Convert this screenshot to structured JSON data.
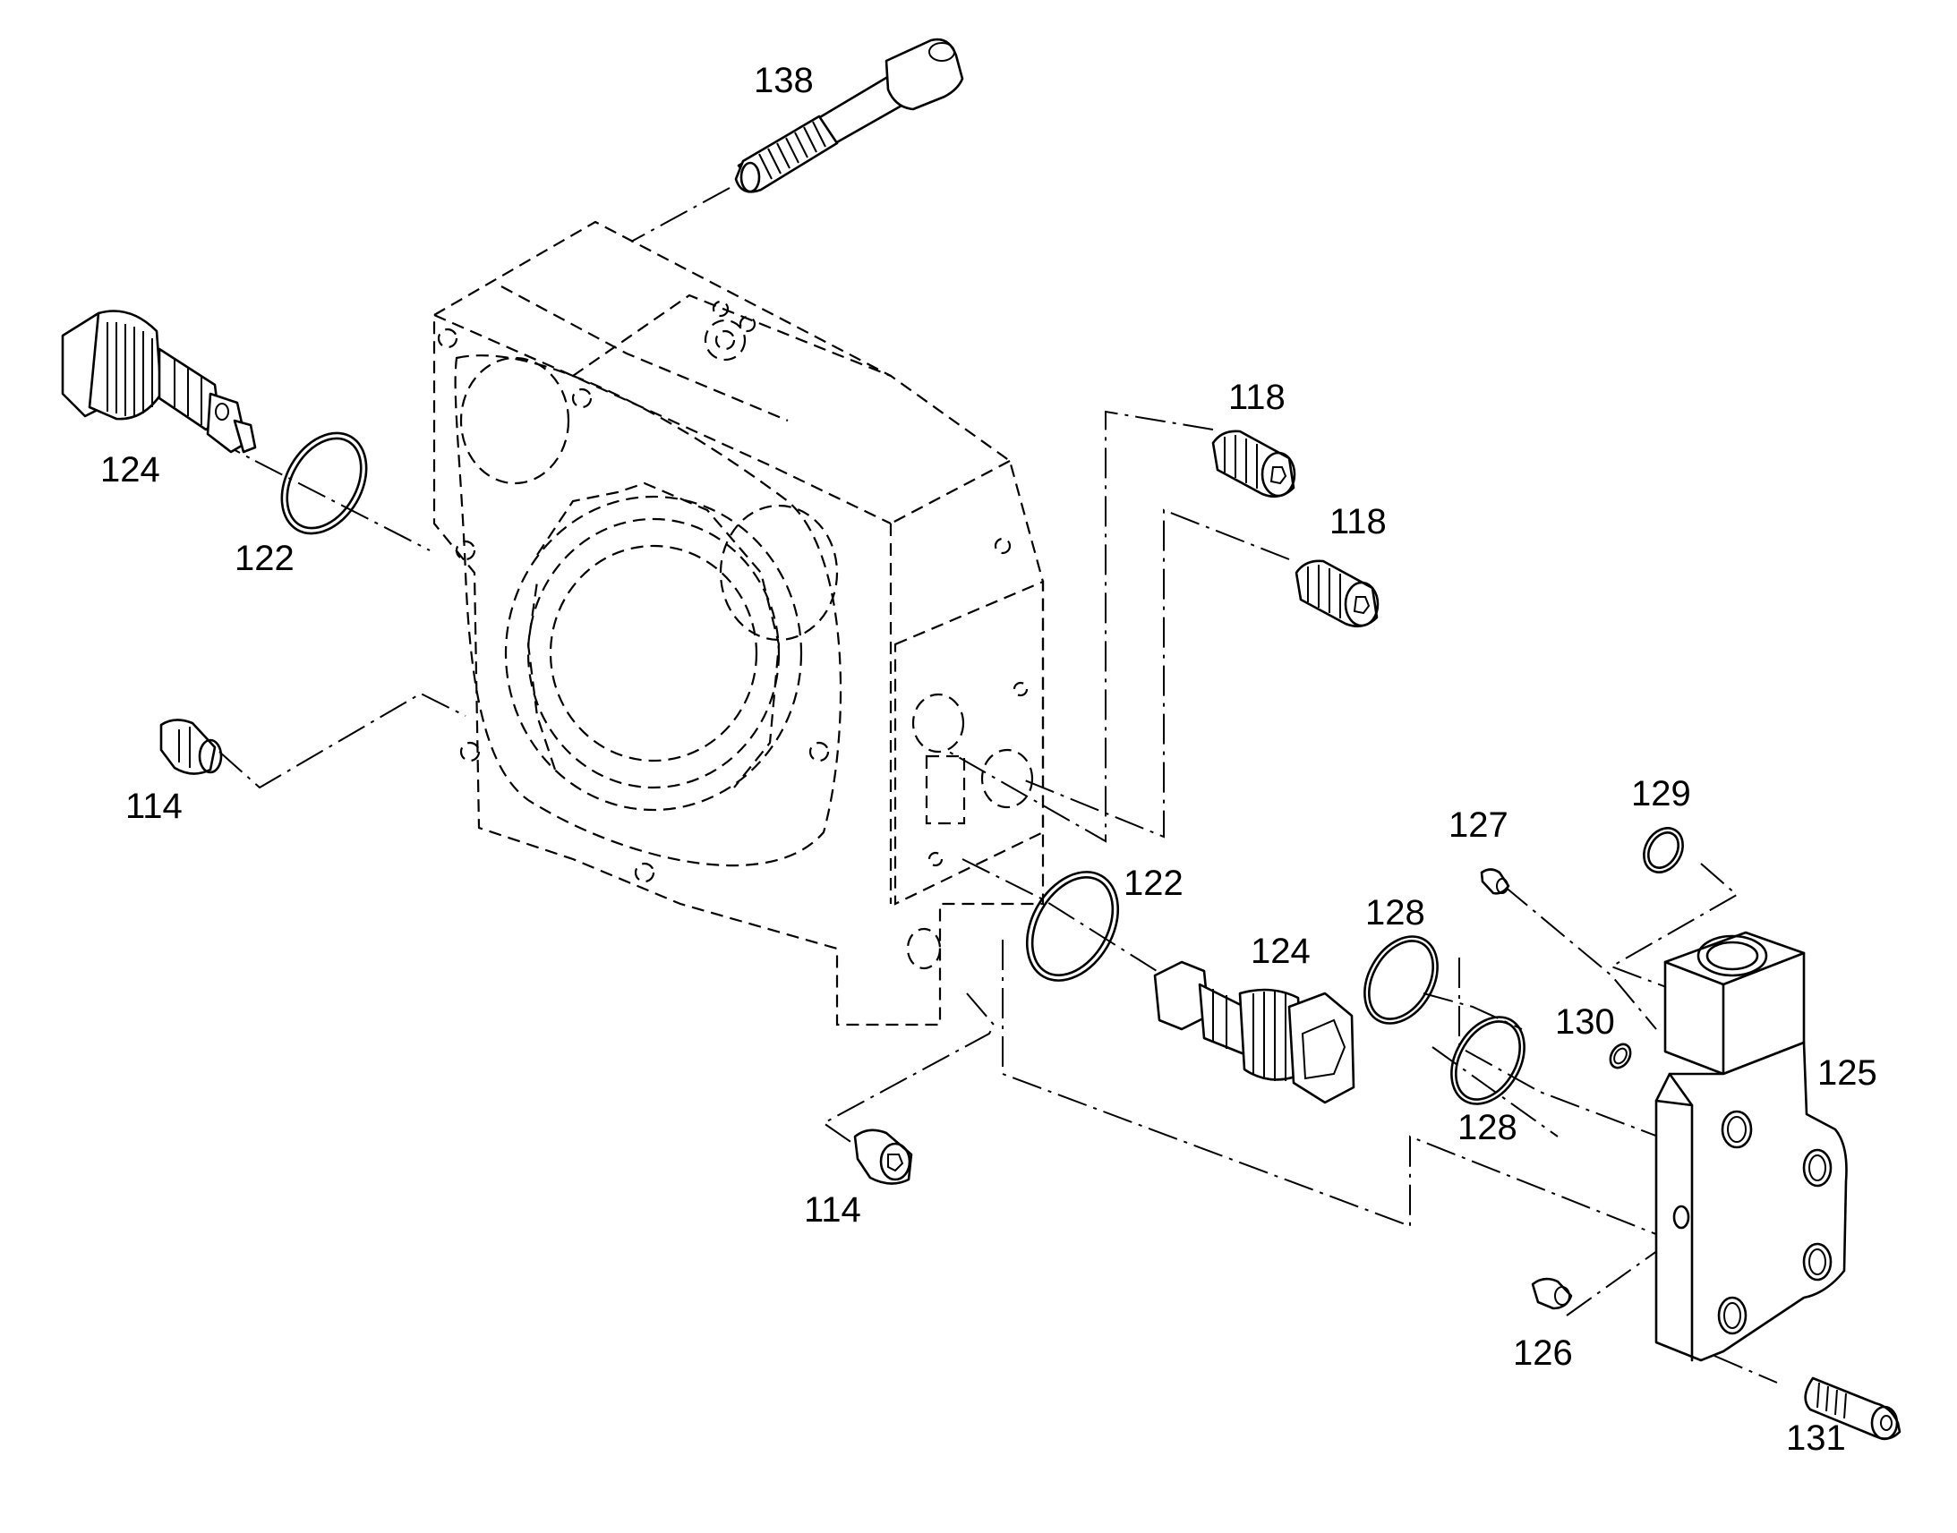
{
  "callouts": [
    {
      "id": "138",
      "text": "138"
    },
    {
      "id": "124-left",
      "text": "124"
    },
    {
      "id": "122-left",
      "text": "122"
    },
    {
      "id": "114-left",
      "text": "114"
    },
    {
      "id": "118-top",
      "text": "118"
    },
    {
      "id": "118-bottom",
      "text": "118"
    },
    {
      "id": "122-right",
      "text": "122"
    },
    {
      "id": "124-right",
      "text": "124"
    },
    {
      "id": "114-bottom",
      "text": "114"
    },
    {
      "id": "127",
      "text": "127"
    },
    {
      "id": "129",
      "text": "129"
    },
    {
      "id": "128-top",
      "text": "128"
    },
    {
      "id": "128-bottom",
      "text": "128"
    },
    {
      "id": "130",
      "text": "130"
    },
    {
      "id": "125",
      "text": "125"
    },
    {
      "id": "126",
      "text": "126"
    },
    {
      "id": "131",
      "text": "131"
    }
  ]
}
